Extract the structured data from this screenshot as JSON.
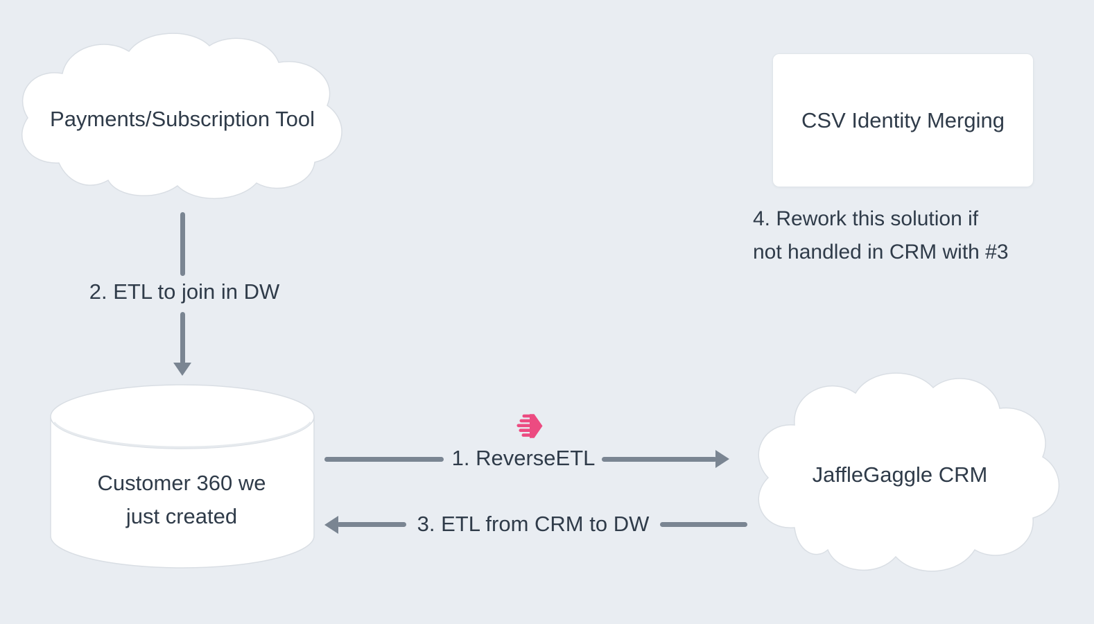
{
  "diagram": {
    "background_color": "#e9edf2",
    "colors": {
      "text": "#2f3b49",
      "arrow": "#7a8592",
      "shape_fill": "#ffffff",
      "shape_border": "#d9dee4",
      "accent_pink": "#ec4b81"
    },
    "nodes": {
      "payments_cloud": {
        "type": "cloud",
        "label": "Payments/Subscription Tool"
      },
      "csv_identity_box": {
        "type": "rectangle",
        "label": "CSV Identity Merging"
      },
      "customer360_db": {
        "type": "cylinder",
        "label_line1": "Customer 360 we",
        "label_line2": "just created"
      },
      "jafflegaggle_crm_cloud": {
        "type": "cloud",
        "label": "JaffleGaggle CRM"
      }
    },
    "edges": {
      "reverse_etl": {
        "label": "1. ReverseETL",
        "direction": "right",
        "icon": "hightouch-logo-icon"
      },
      "etl_to_dw": {
        "label": "2. ETL to join in DW",
        "direction": "down"
      },
      "etl_from_crm": {
        "label": "3. ETL from CRM to DW",
        "direction": "left"
      }
    },
    "annotations": {
      "rework_note_line1": "4. Rework this solution if",
      "rework_note_line2": "not handled in CRM with #3"
    }
  }
}
